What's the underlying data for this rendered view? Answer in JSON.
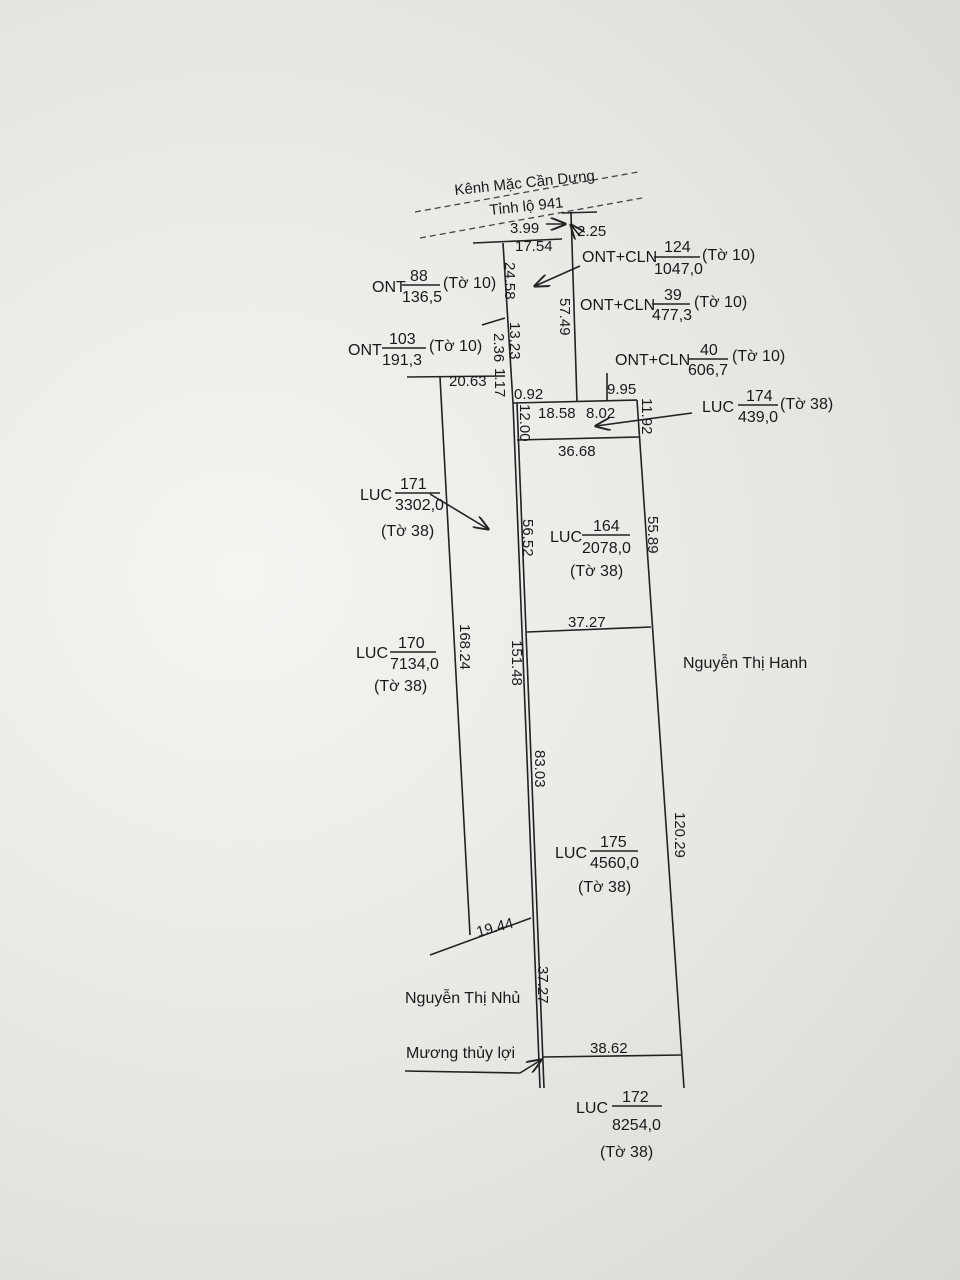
{
  "features": {
    "canal": "Kênh Mặc Cần Dưng",
    "road": "Tỉnh lộ 941",
    "ditch": "Mương thủy lợi"
  },
  "neighbors": {
    "east": "Nguyễn Thị Hanh",
    "west": "Nguyễn Thị Nhủ"
  },
  "dimensions": {
    "d399": "3.99",
    "d225": "2.25",
    "d1754": "17.54",
    "d2458": "24.58",
    "d5749": "57.49",
    "d1323": "13.23",
    "d236": "2.36",
    "d117": "1.17",
    "d2063": "20.63",
    "d092": "0.92",
    "d1858": "18.58",
    "d802": "8.02",
    "d995": "9.95",
    "d1192": "11.92",
    "d1200": "12.00",
    "d3668": "36.68",
    "d5652": "56.52",
    "d5589": "55.89",
    "d3727a": "37.27",
    "d16824": "168.24",
    "d15148": "151.48",
    "d8303": "83.03",
    "d12029": "120.29",
    "d1944": "19.44",
    "d3727b": "37.27",
    "d3862": "38.62"
  },
  "parcels": {
    "p124": {
      "type": "ONT+CLN",
      "number": "124",
      "area": "1047,0",
      "sheet": "(Tờ 10)"
    },
    "p88": {
      "type": "ONT",
      "number": "88",
      "area": "136,5",
      "sheet": "(Tờ 10)"
    },
    "p39": {
      "type": "ONT+CLN",
      "number": "39",
      "area": "477,3",
      "sheet": "(Tờ 10)"
    },
    "p103": {
      "type": "ONT",
      "number": "103",
      "area": "191,3",
      "sheet": "(Tờ 10)"
    },
    "p40": {
      "type": "ONT+CLN",
      "number": "40",
      "area": "606,7",
      "sheet": "(Tờ 10)"
    },
    "p174": {
      "type": "LUC",
      "number": "174",
      "area": "439,0",
      "sheet": "(Tờ 38)"
    },
    "p171": {
      "type": "LUC",
      "number": "171",
      "area": "3302,0",
      "sheet": "(Tờ 38)"
    },
    "p164": {
      "type": "LUC",
      "number": "164",
      "area": "2078,0",
      "sheet": "(Tờ 38)"
    },
    "p170": {
      "type": "LUC",
      "number": "170",
      "area": "7134,0",
      "sheet": "(Tờ 38)"
    },
    "p175": {
      "type": "LUC",
      "number": "175",
      "area": "4560,0",
      "sheet": "(Tờ 38)"
    },
    "p172": {
      "type": "LUC",
      "number": "172",
      "area": "8254,0",
      "sheet": "(Tờ 38)"
    }
  }
}
